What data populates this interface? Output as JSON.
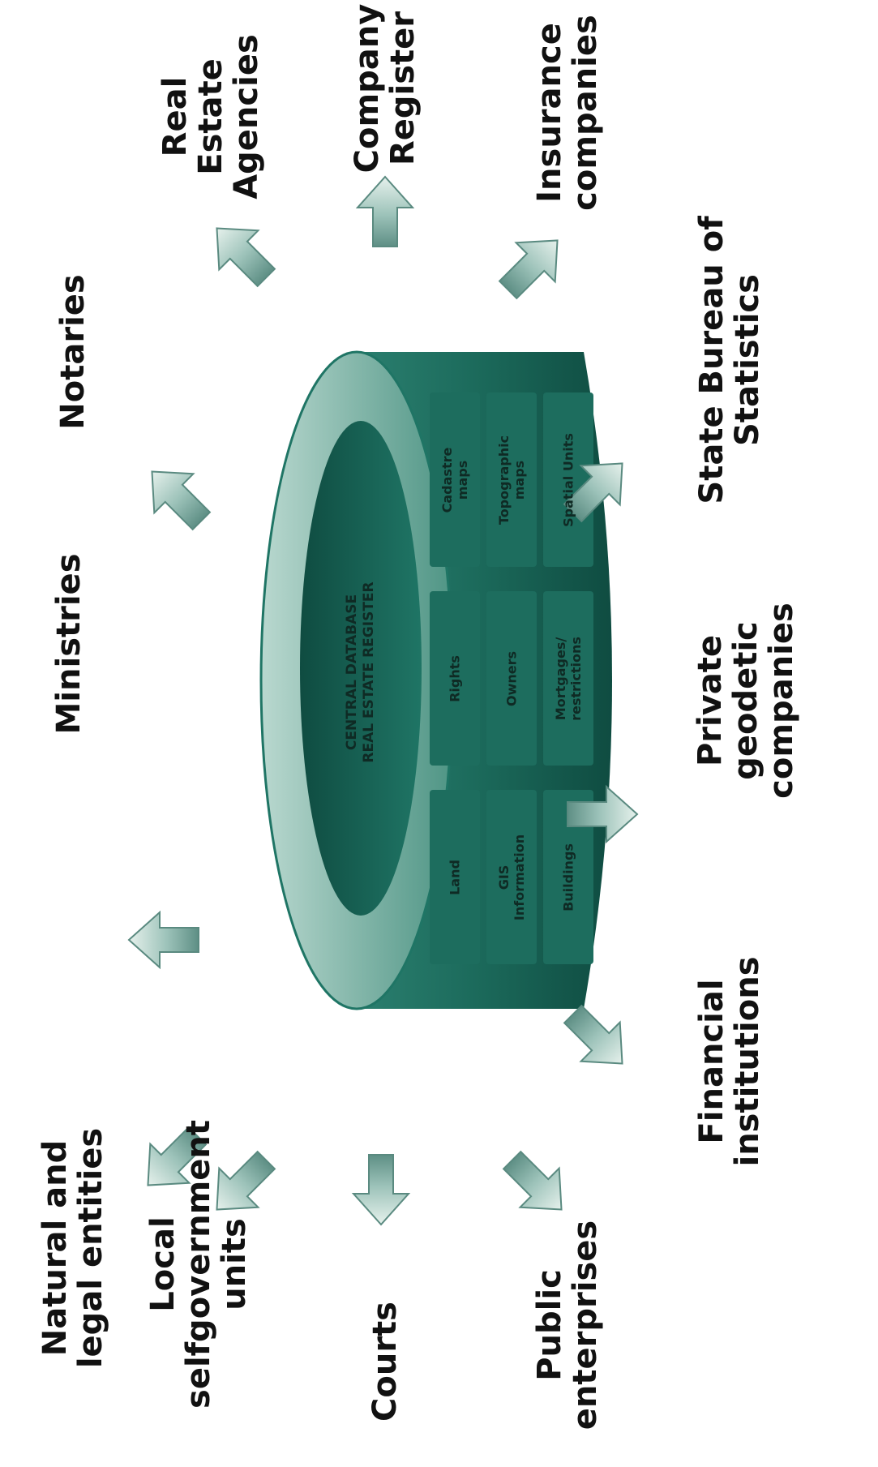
{
  "database": {
    "title": "CENTRAL DATABASE\nREAL ESTATE REGISTER",
    "cells": [
      [
        "Land",
        "Rights",
        "Cadastre\nmaps"
      ],
      [
        "GIS\nInformation",
        "Owners",
        "Topographic\nmaps"
      ],
      [
        "Buildings",
        "Mortgages/\nrestrictions",
        "Spatial Units"
      ]
    ]
  },
  "entities": [
    {
      "id": "natural-legal-entities",
      "label": "Natural and\nlegal entities"
    },
    {
      "id": "ministries",
      "label": "Ministries"
    },
    {
      "id": "notaries",
      "label": "Notaries"
    },
    {
      "id": "real-estate-agencies",
      "label": "Real Estate\nAgencies"
    },
    {
      "id": "company-register",
      "label": "Company\nRegister"
    },
    {
      "id": "insurance-companies",
      "label": "Insurance\ncompanies"
    },
    {
      "id": "state-bureau-statistics",
      "label": "State Bureau of\nStatistics"
    },
    {
      "id": "private-geodetic-companies",
      "label": "Private\ngeodetic\ncompanies"
    },
    {
      "id": "financial-institutions",
      "label": "Financial\ninstitutions"
    },
    {
      "id": "public-enterprises",
      "label": "Public\nenterprises"
    },
    {
      "id": "courts",
      "label": "Courts"
    },
    {
      "id": "local-selfgovernment-units",
      "label": "Local\nselfgovernment\nunits"
    }
  ],
  "colors": {
    "teal": "#1f7565",
    "teal_light": "#e6f1ec",
    "arrow": "#6f9c93"
  }
}
